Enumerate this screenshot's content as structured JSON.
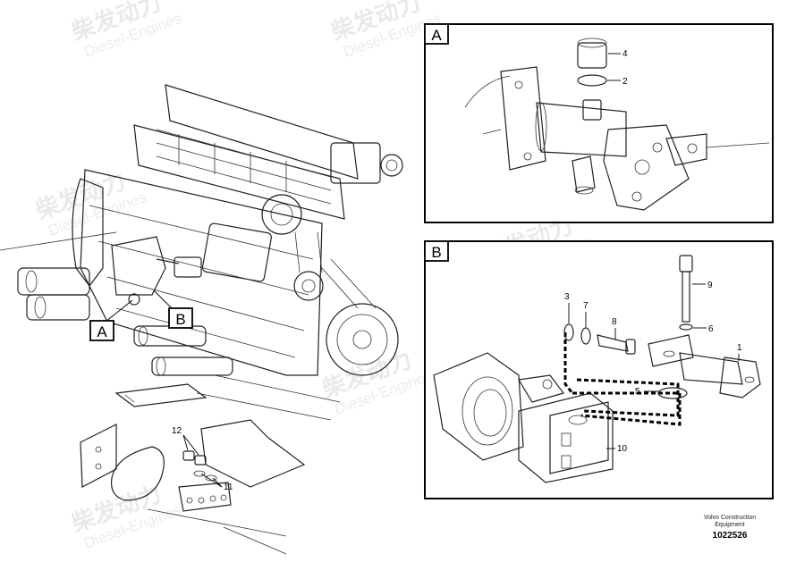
{
  "watermark": {
    "cn": "柴发动力",
    "en": "Diesel-Engines"
  },
  "detail_a": {
    "label": "A"
  },
  "detail_b": {
    "label": "B"
  },
  "callout_a": "A",
  "callout_b": "B",
  "parts": {
    "p1": "1",
    "p2": "2",
    "p3": "3",
    "p4": "4",
    "p5": "5",
    "p6": "6",
    "p7": "7",
    "p8": "8",
    "p9": "9",
    "p10": "10",
    "p11": "11",
    "p12": "12"
  },
  "brand": {
    "line1": "Volvo Construction",
    "line2": "Equipment",
    "drawing_number": "1022526"
  }
}
